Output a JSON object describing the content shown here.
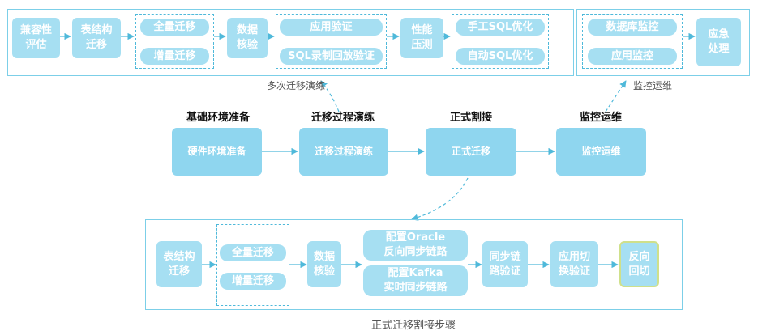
{
  "stages": {
    "s1": "基础环境准备",
    "s2": "迁移过程演练",
    "s3": "正式割接",
    "s4": "监控运维"
  },
  "main_boxes": {
    "b1": "硬件环境准备",
    "b2": "迁移过程演练",
    "b3": "正式迁移",
    "b4": "监控运维"
  },
  "top_left": {
    "label": "多次迁移演练",
    "compat": "兼容性\n评估",
    "schema": "表结构\n迁移",
    "full": "全量迁移",
    "incr": "增量迁移",
    "verify": "数据\n核验",
    "app_verify": "应用验证",
    "sql_replay": "SQL录制回放验证",
    "perf": "性能\n压测",
    "manual_sql": "手工SQL优化",
    "auto_sql": "自动SQL优化"
  },
  "top_right": {
    "label": "监控运维",
    "db_monitor": "数据库监控",
    "app_monitor": "应用监控",
    "emergency": "应急\n处理"
  },
  "bottom": {
    "label": "正式迁移割接步骤",
    "schema": "表结构\n迁移",
    "full": "全量迁移",
    "incr": "增量迁移",
    "verify": "数据\n核验",
    "oracle": "配置Oracle\n反向同步链路",
    "kafka": "配置Kafka\n实时同步链路",
    "sync_verify": "同步链\n路验证",
    "app_switch": "应用切\n换验证",
    "rollback": "反向\n回切"
  }
}
